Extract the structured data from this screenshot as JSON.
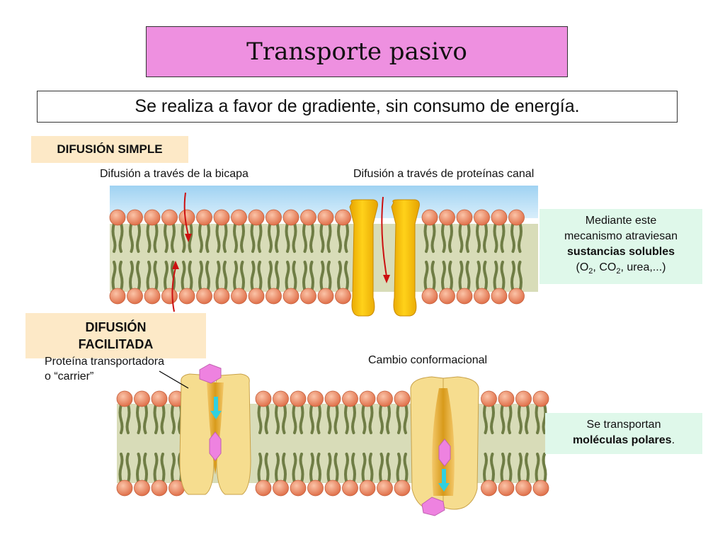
{
  "title": "Transporte pasivo",
  "subtitle": "Se realiza a favor de gradiente, sin consumo de energía.",
  "simple_diffusion": {
    "badge": "DIFUSIÓN SIMPLE",
    "label_bilayer": "Difusión a través de la bicapa",
    "label_channel": "Difusión a través de proteínas canal",
    "info": {
      "line1": "Mediante este",
      "line2": "mecanismo atraviesan",
      "bold": "sustancias solubles",
      "examples_prefix": "(O",
      "sub1": "2",
      "mid": ", CO",
      "sub2": "2",
      "examples_suffix": ", urea,...)"
    }
  },
  "facilitated_diffusion": {
    "badge": "DIFUSIÓN\nFACILITADA",
    "carrier_label_line1": "Proteína transportadora",
    "carrier_label_line2": "o “carrier”",
    "conformational_label": "Cambio conformacional",
    "info": {
      "line1": "Se transportan",
      "bold": "moléculas polares",
      "end": "."
    }
  },
  "colors": {
    "title_bg": "#ee90e0",
    "badge_bg": "#fde9c7",
    "info_bg": "#dff8ea",
    "head_color": "#ef8c62",
    "tail_color": "#8c9a60",
    "channel_color": "#f5c000",
    "carrier_color": "#f6dd8f",
    "molecule_color": "#ee82e0",
    "arrow_red": "#cc1010",
    "arrow_cyan": "#30d0e0"
  }
}
